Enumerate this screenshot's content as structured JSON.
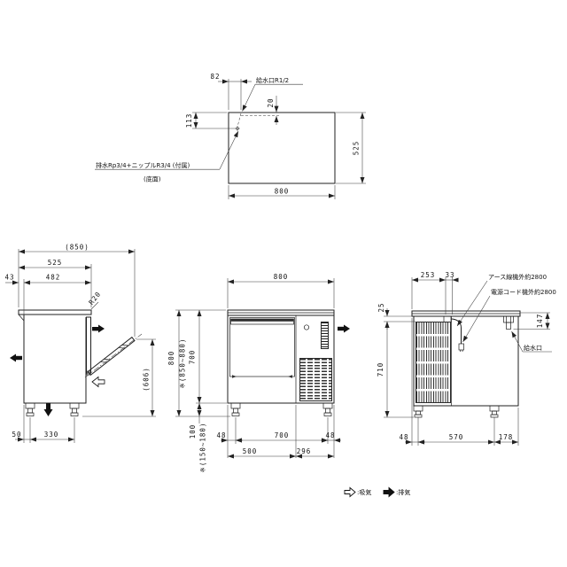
{
  "top_view": {
    "dims": {
      "offset_x": "82",
      "offset_y": "20",
      "drain_depth": "113",
      "depth": "525",
      "width": "800"
    },
    "labels": {
      "water_port": "給水口R1/2",
      "drain": "排水Rp3/4+ニップルR3/4 (付属)",
      "drain_note": "(底面)"
    }
  },
  "side_view": {
    "dims": {
      "overall_depth": "(850)",
      "counter_depth": "525",
      "rear_gap": "43",
      "body_depth": "482",
      "corner_radius": "R20",
      "door_tip_height": "(606)",
      "rear_leg_offset": "50",
      "leg_pitch": "330"
    }
  },
  "front_view": {
    "dims": {
      "width": "800",
      "total_height": "800",
      "total_height_adj": "※(850~880)",
      "body_height": "700",
      "leg_height": "100",
      "leg_height_adj": "※(150~180)",
      "left_margin": "48",
      "leg_pitch": "700",
      "right_margin": "48",
      "left_section": "500",
      "right_section": "296"
    }
  },
  "rear_view": {
    "dims": {
      "grille_width": "253",
      "cord_gap": "33",
      "top_gap": "25",
      "side_height": "710",
      "inlet_drop": "147",
      "left_margin": "48",
      "leg_pitch": "570",
      "right_margin": "178"
    },
    "labels": {
      "earth_wire": "アース線機外約2800",
      "power_cord": "電源コード機外約2800",
      "water_inlet": "給水口"
    }
  },
  "legend": {
    "intake": ":吸気",
    "exhaust": ":排気"
  }
}
